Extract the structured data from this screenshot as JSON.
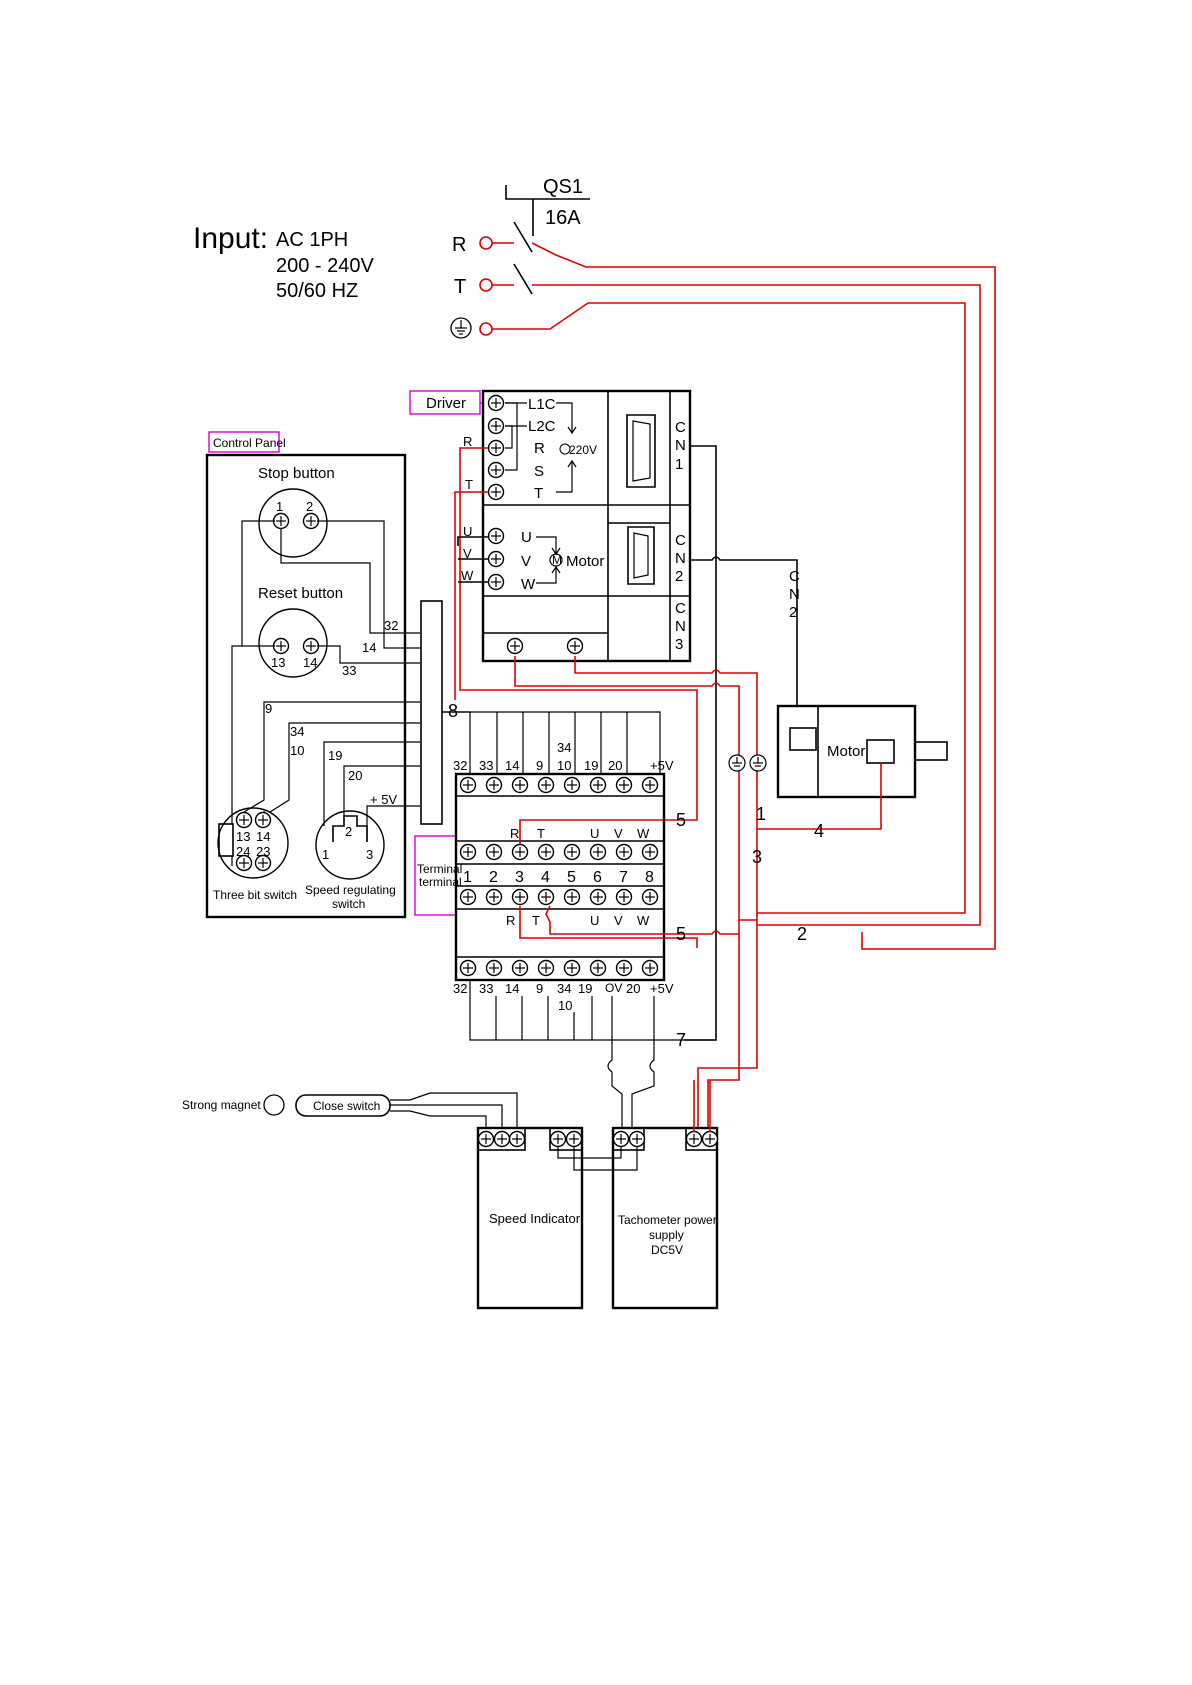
{
  "input": {
    "label": "Input:",
    "line1": "AC  1PH",
    "line2": "200 - 240V",
    "line3": "50/60 HZ"
  },
  "breaker": {
    "name": "QS1",
    "rating": "16A"
  },
  "mains": {
    "r": "R",
    "t": "T"
  },
  "driver": {
    "label": "Driver",
    "terminals": [
      "L1C",
      "L2C",
      "R",
      "S",
      "T"
    ],
    "voltage": "220V",
    "motor_terminals": [
      "U",
      "V",
      "W"
    ],
    "motor_label": "Motor",
    "side_wires": {
      "r": "R",
      "t": "T",
      "u": "U",
      "v": "V",
      "w": "W"
    },
    "cn1": [
      "C",
      "N",
      "1"
    ],
    "cn2": [
      "C",
      "N",
      "2"
    ],
    "cn3": [
      "C",
      "N",
      "3"
    ]
  },
  "cn2_cable": [
    "C",
    "N",
    "2"
  ],
  "motor": {
    "label": "Motor"
  },
  "control_panel": {
    "label": "Control Panel",
    "stop_button": "Stop button",
    "stop_pins": [
      "1",
      "2"
    ],
    "reset_button": "Reset button",
    "reset_pins": [
      "13",
      "14"
    ],
    "three_bit_switch": "Three bit switch",
    "three_bit_pins": [
      "13",
      "14",
      "24",
      "23"
    ],
    "speed_switch_line1": "Speed regulating",
    "speed_switch_line2": "switch",
    "speed_pins": [
      "2",
      "1",
      "3"
    ]
  },
  "panel_wires": [
    "32",
    "14",
    "33",
    "9",
    "34",
    "10",
    "19",
    "20",
    "+ 5V"
  ],
  "bus_label": "8",
  "terminal": {
    "label_line1": "Terminal",
    "label_line2": "terminal",
    "top_labels": [
      "32",
      "33",
      "14",
      "9",
      "34",
      "10",
      "19",
      "20",
      "+5V"
    ],
    "row_upper_labels": [
      "R",
      "T",
      "U",
      "V",
      "W"
    ],
    "numbers": [
      "1",
      "2",
      "3",
      "4",
      "5",
      "6",
      "7",
      "8"
    ],
    "row_lower_labels": [
      "R",
      "T",
      "U",
      "V",
      "W"
    ],
    "bottom_labels": [
      "32",
      "33",
      "14",
      "9",
      "34",
      "10",
      "19",
      "OV",
      "20",
      "+5V"
    ]
  },
  "cable_numbers": {
    "n1": "1",
    "n2": "2",
    "n3": "3",
    "n4": "4",
    "n5a": "5",
    "n5b": "5",
    "n7": "7"
  },
  "bottom": {
    "strong_magnet": "Strong magnet",
    "close_switch": "Close switch",
    "speed_indicator": "Speed Indicator",
    "tacho_line1": "Tachometer power",
    "tacho_line2": "supply",
    "tacho_line3": "DC5V"
  }
}
